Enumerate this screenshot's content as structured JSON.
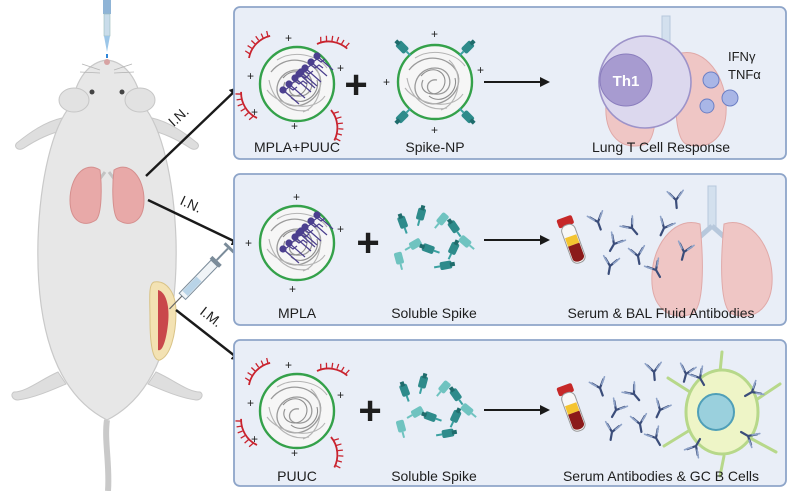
{
  "routes": {
    "intranasal_1": "I.N.",
    "intranasal_2": "I.N.",
    "intramuscular": "I.M."
  },
  "panels": [
    {
      "adjuvant_label": "MPLA+PUUC",
      "antigen_label": "Spike-NP",
      "outcome_label": "Lung T Cell Response",
      "th1_label": "Th1",
      "cytokines": [
        "IFNγ",
        "TNFα"
      ]
    },
    {
      "adjuvant_label": "MPLA",
      "antigen_label": "Soluble Spike",
      "outcome_label": "Serum & BAL Fluid Antibodies"
    },
    {
      "adjuvant_label": "PUUC",
      "antigen_label": "Soluble Spike",
      "outcome_label": "Serum Antibodies & GC B Cells"
    }
  ],
  "colors": {
    "panel_fill": "#e9eef7",
    "panel_border": "#8ea5c9",
    "nanoparticle_ring": "#34a14a",
    "mpla": "#4b3f8e",
    "puuc": "#c9232e",
    "spike": "#2e8b8b",
    "lung": "#e8a9a8",
    "mouse": "#e7e7e7"
  }
}
